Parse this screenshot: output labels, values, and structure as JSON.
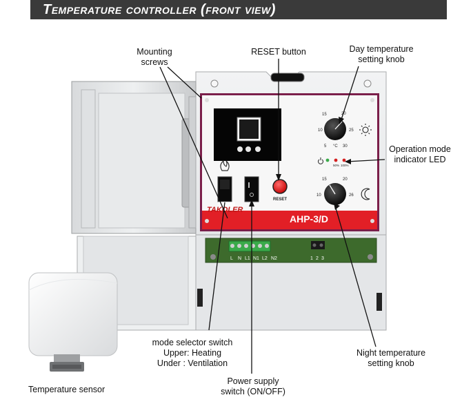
{
  "title": "Temperature controller (front view)",
  "labels": {
    "mounting_screws_1": "Mounting",
    "mounting_screws_2": "screws",
    "reset_button": "RESET button",
    "day_knob_1": "Day temperature",
    "day_knob_2": "setting knob",
    "op_mode_1": "Operation mode",
    "op_mode_2": "indicator LED",
    "mode_selector_1": "mode selector switch",
    "mode_selector_2": "Upper: Heating",
    "mode_selector_3": "Under : Ventilation",
    "power_supply_1": "Power supply",
    "power_supply_2": "switch (ON/OFF)",
    "night_knob_1": "Night temperature",
    "night_knob_2": "setting knob",
    "temp_sensor": "Temperature sensor"
  },
  "device": {
    "model": "AHP-3/D",
    "brand": "TAKOLER",
    "reset_text": "RESET",
    "day_knob_scale": [
      "5",
      "10",
      "15",
      "20",
      "25",
      "30",
      "°C"
    ],
    "night_knob_scale": [
      "10",
      "15",
      "20",
      "26"
    ],
    "led_labels": [
      "50%",
      "100%"
    ],
    "terminals_left": [
      "L",
      "N",
      "L1",
      "N1",
      "L2",
      "N2"
    ],
    "terminals_right": [
      "1",
      "2",
      "3"
    ]
  },
  "colors": {
    "title_bg": "#3a3a3a",
    "panel_red": "#e21f26",
    "panel_border": "#7b1f4a",
    "pcb_green": "#3d6a2c",
    "terminal_green": "#3aaa4a"
  }
}
